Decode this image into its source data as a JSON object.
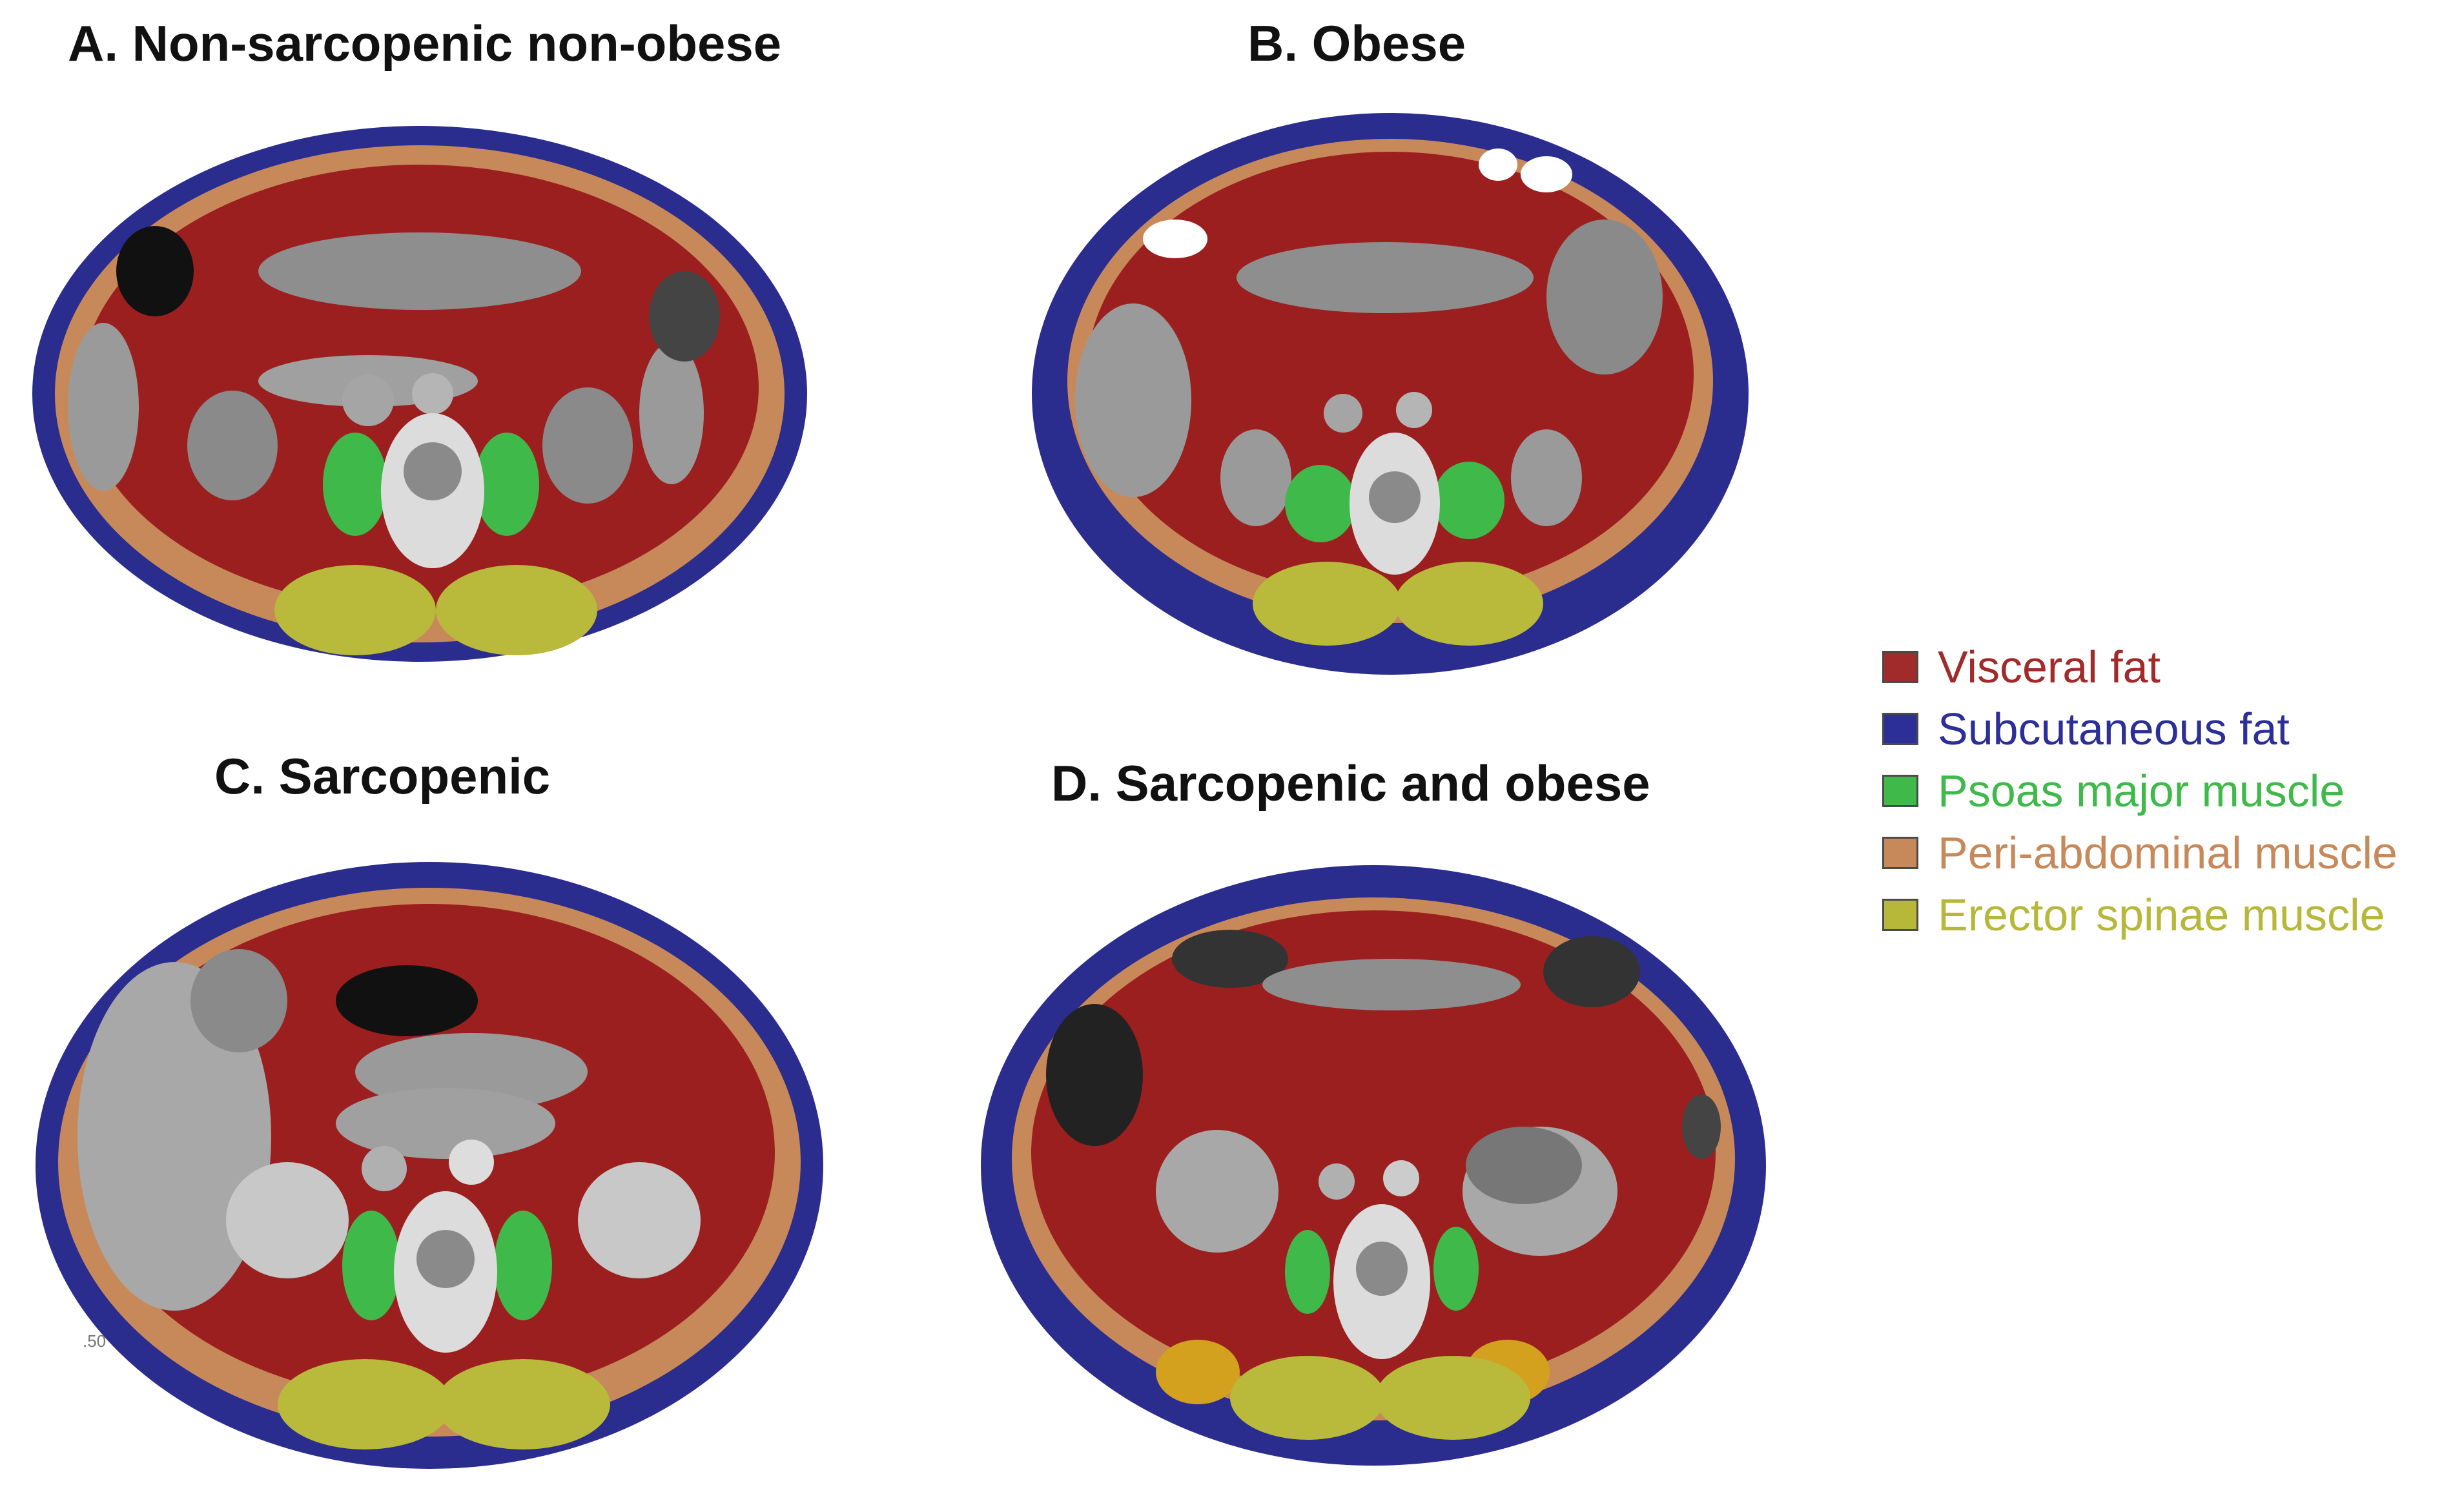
{
  "panels": [
    {
      "title": "A. Non-sarcopenic non-obese"
    },
    {
      "title": "B. Obese"
    },
    {
      "title": "C. Sarcopenic"
    },
    {
      "title": "D. Sarcopenic and obese"
    }
  ],
  "legend": [
    {
      "label": "Visceral fat",
      "color": "#a12a2a"
    },
    {
      "label": "Subcutaneous fat",
      "color": "#2c2f98"
    },
    {
      "label": "Psoas major muscle",
      "color": "#3fb94a"
    },
    {
      "label": "Peri-abdominal muscle",
      "color": "#c8895a"
    },
    {
      "label": "Erector spinae muscle",
      "color": "#b7b73a"
    }
  ],
  "scan_marker": ".50",
  "colors": {
    "visceral": "#9c1f1f",
    "subcutaneous": "#2a2d8e",
    "psoas": "#3fb94a",
    "peri": "#c8895a",
    "erector": "#b9b93c",
    "organ": "#9a9a9a",
    "bone": "#e8e8e8"
  }
}
